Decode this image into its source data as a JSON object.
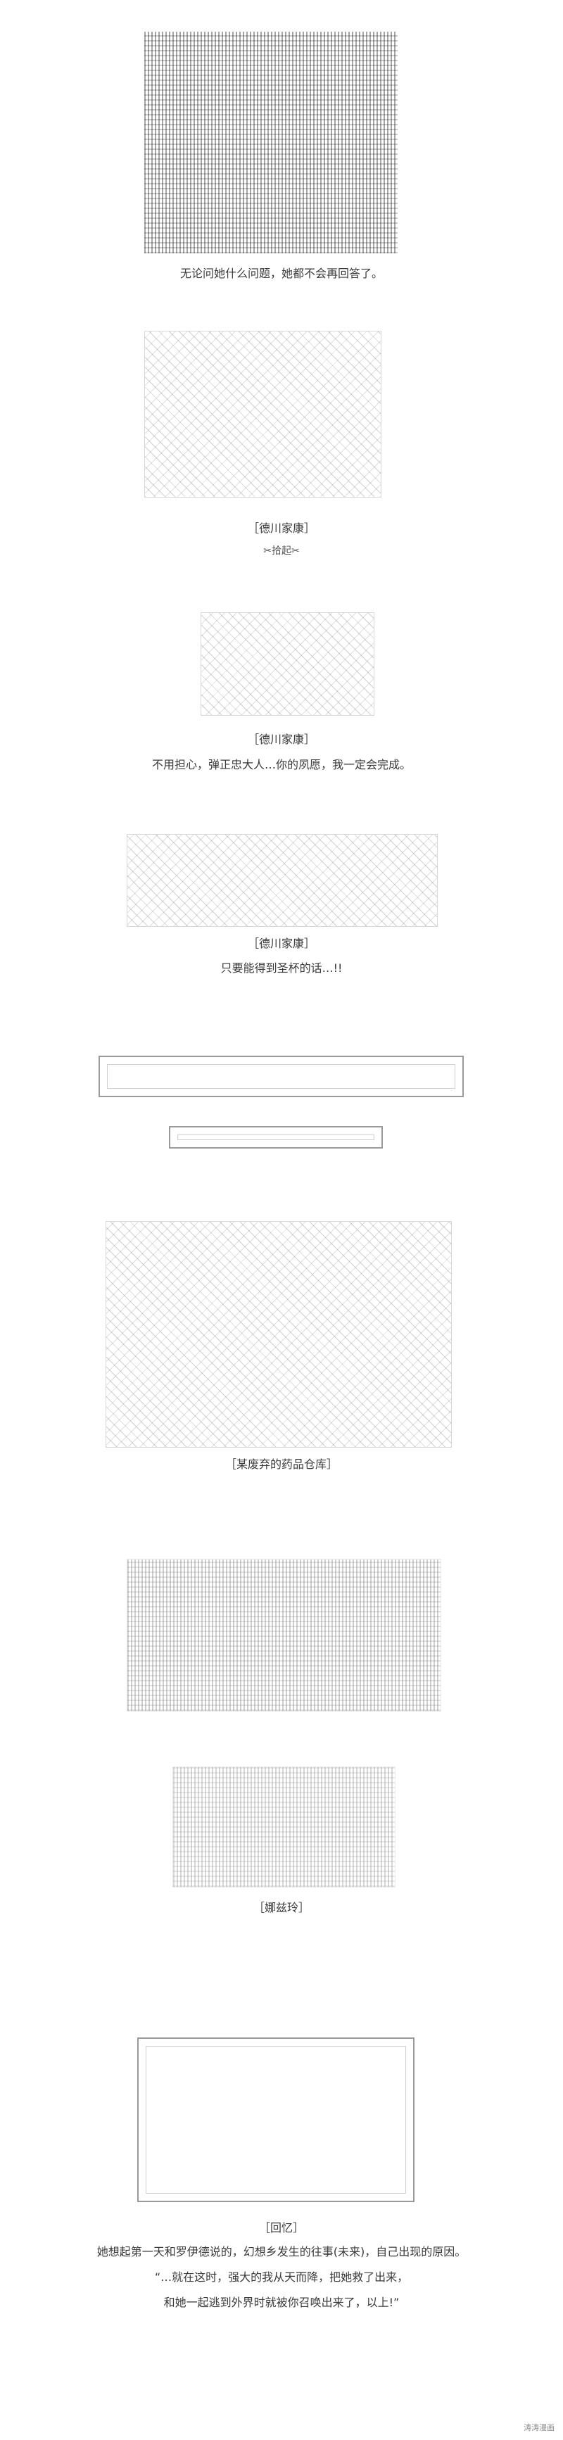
{
  "captions": {
    "c1": "无论问她什么问题，她都不会再回答了。",
    "c2": "［德川家康］",
    "c3": "✂拾起✂",
    "c4": "［德川家康］",
    "c5": "不用担心，弹正忠大人…你的夙愿，我一定会完成。",
    "c6": "［德川家康］",
    "c7": "只要能得到圣杯的话…!!",
    "c8": "［某废弃的药品仓库］",
    "c9": "［娜兹玲］",
    "c10": "［回忆］",
    "c11": "她想起第一天和罗伊德说的，幻想乡发生的往事(未来)，自己出现的原因。",
    "c12": "“…就在这时，强大的我从天而降，把她救了出来，",
    "c13": "和她一起逃到外界时就被你召唤出来了，以上!”"
  },
  "watermark": "涛涛漫画"
}
